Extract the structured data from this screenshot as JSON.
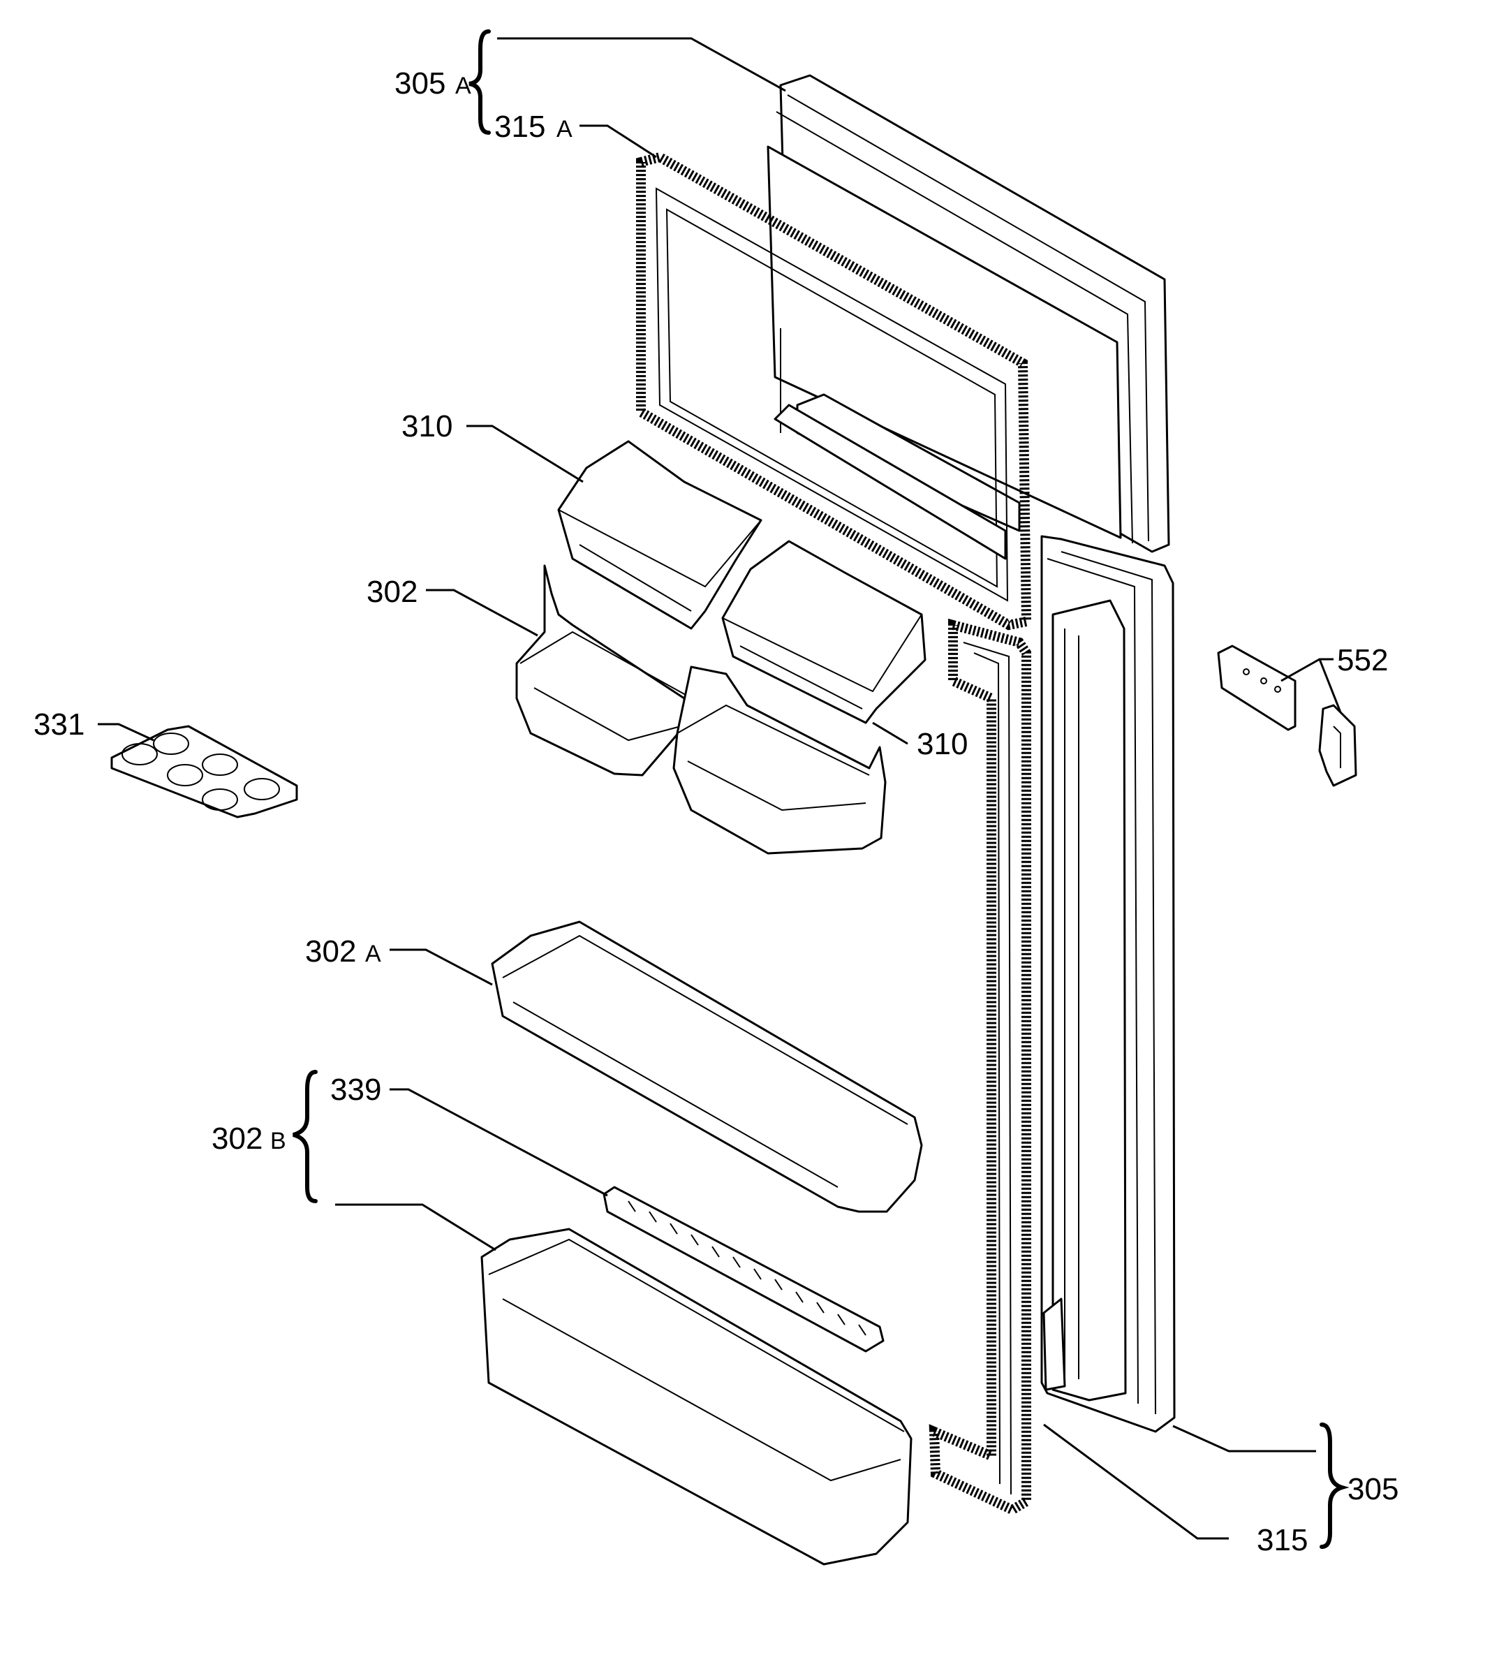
{
  "labels": {
    "l305a_num": "305",
    "l305a_suf": "A",
    "l315a_num": "315",
    "l315a_suf": "A",
    "l310_top": "310",
    "l302": "302",
    "l331": "331",
    "l310_bottom": "310",
    "l552": "552",
    "l302a_num": "302",
    "l302a_suf": "A",
    "l339": "339",
    "l302b_num": "302",
    "l302b_suf": "B",
    "l305": "305",
    "l315": "315"
  }
}
